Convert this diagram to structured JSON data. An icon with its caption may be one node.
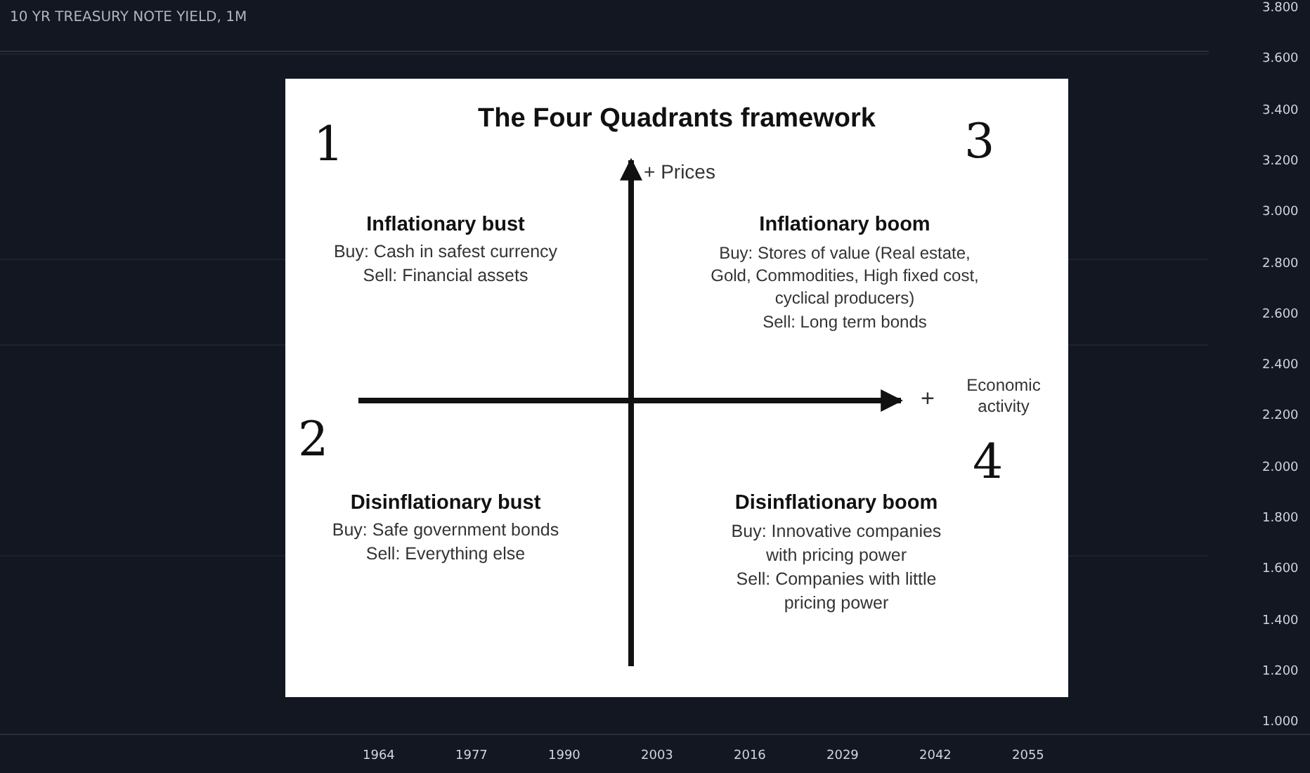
{
  "diagram": {
    "title": "The Four Quadrants framework",
    "labels": [
      "10 YR TREASURY NOTE YIELD, 1M",
      "1",
      "3",
      "+ Prices",
      "Inflationary bust",
      "Buy: Cash in safest currency",
      "Sell: Financial assets",
      "Inflationary boom",
      "Buy: Stores of value (Real estate, Gold, Commodities, High fixed cost, cyclical producers)",
      "Sell: Long term bonds",
      "+",
      "Economic activity",
      "2",
      "4",
      "Disinflationary bust",
      "Buy: Safe government bonds",
      "Sell: Everything else",
      "Disinflationary boom",
      "Buy: Innovative companies with pricing power",
      "Sell: Companies with little pricing power",
      "3.800",
      "3.600",
      "3.400",
      "3.200",
      "3.000",
      "2.800",
      "2.600",
      "2.400",
      "2.200",
      "2.000",
      "1.800",
      "1.600",
      "1.400",
      "1.200",
      "1.000",
      "1964",
      "1977",
      "1990",
      "2003",
      "2016",
      "2029",
      "2042",
      "2055"
    ]
  }
}
